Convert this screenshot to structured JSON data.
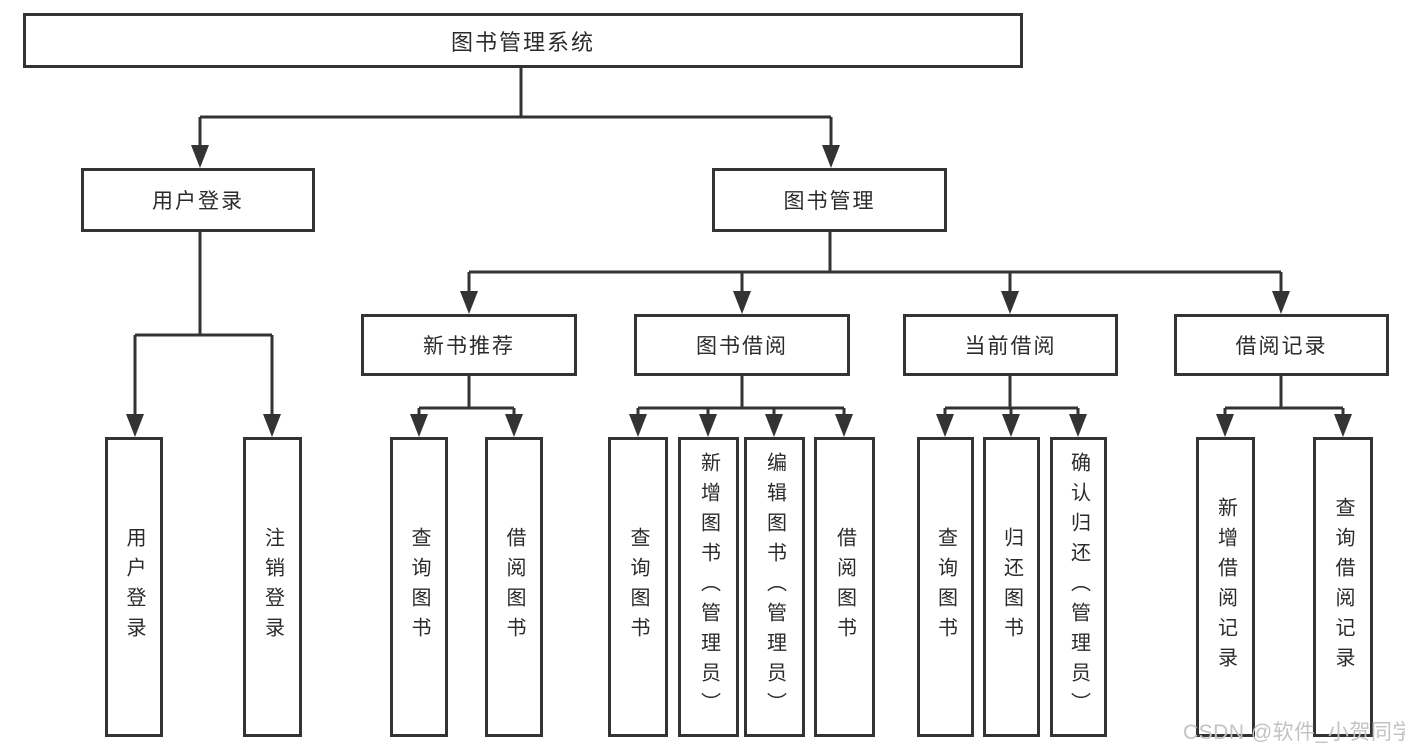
{
  "diagram": {
    "root": {
      "label": "图书管理系统"
    },
    "branches": [
      {
        "label": "用户登录",
        "children": [
          {
            "label": "用户登录"
          },
          {
            "label": "注销登录"
          }
        ]
      },
      {
        "label": "图书管理",
        "children": [
          {
            "label": "新书推荐",
            "children": [
              {
                "label": "查询图书"
              },
              {
                "label": "借阅图书"
              }
            ]
          },
          {
            "label": "图书借阅",
            "children": [
              {
                "label": "查询图书"
              },
              {
                "label": "新增图书（管理员）"
              },
              {
                "label": "编辑图书（管理员）"
              },
              {
                "label": "借阅图书"
              }
            ]
          },
          {
            "label": "当前借阅",
            "children": [
              {
                "label": "查询图书"
              },
              {
                "label": "归还图书"
              },
              {
                "label": "确认归还（管理员）"
              }
            ]
          },
          {
            "label": "借阅记录",
            "children": [
              {
                "label": "新增借阅记录"
              },
              {
                "label": "查询借阅记录"
              }
            ]
          }
        ]
      }
    ]
  },
  "watermark": {
    "text": "CSDN @软件_小贺同学"
  },
  "colors": {
    "line": "#333333",
    "text": "#2b2b2b",
    "watermark": "#c6c2c2",
    "background": "#ffffff"
  }
}
